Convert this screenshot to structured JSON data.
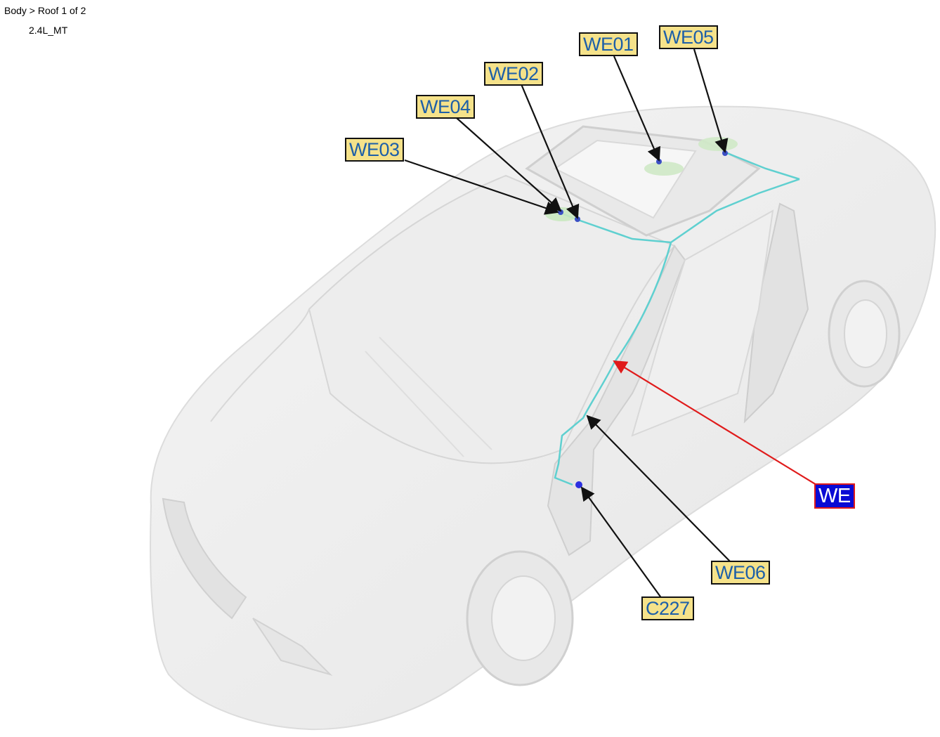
{
  "breadcrumb": "Body > Roof 1 of 2",
  "variant": "2.4L_MT",
  "callouts": {
    "we01": "WE01",
    "we05": "WE05",
    "we02": "WE02",
    "we04": "WE04",
    "we03": "WE03",
    "we06": "WE06",
    "c227": "C227",
    "harness": "WE"
  },
  "colors": {
    "callout_fill": "#f5e28a",
    "callout_text": "#1d5fa8",
    "harness_fill": "#0a0ad4",
    "harness_border": "#e01b1b",
    "leader_line": "#111111",
    "harness_leader": "#e01b1b",
    "wire": "#5fd0d0"
  }
}
